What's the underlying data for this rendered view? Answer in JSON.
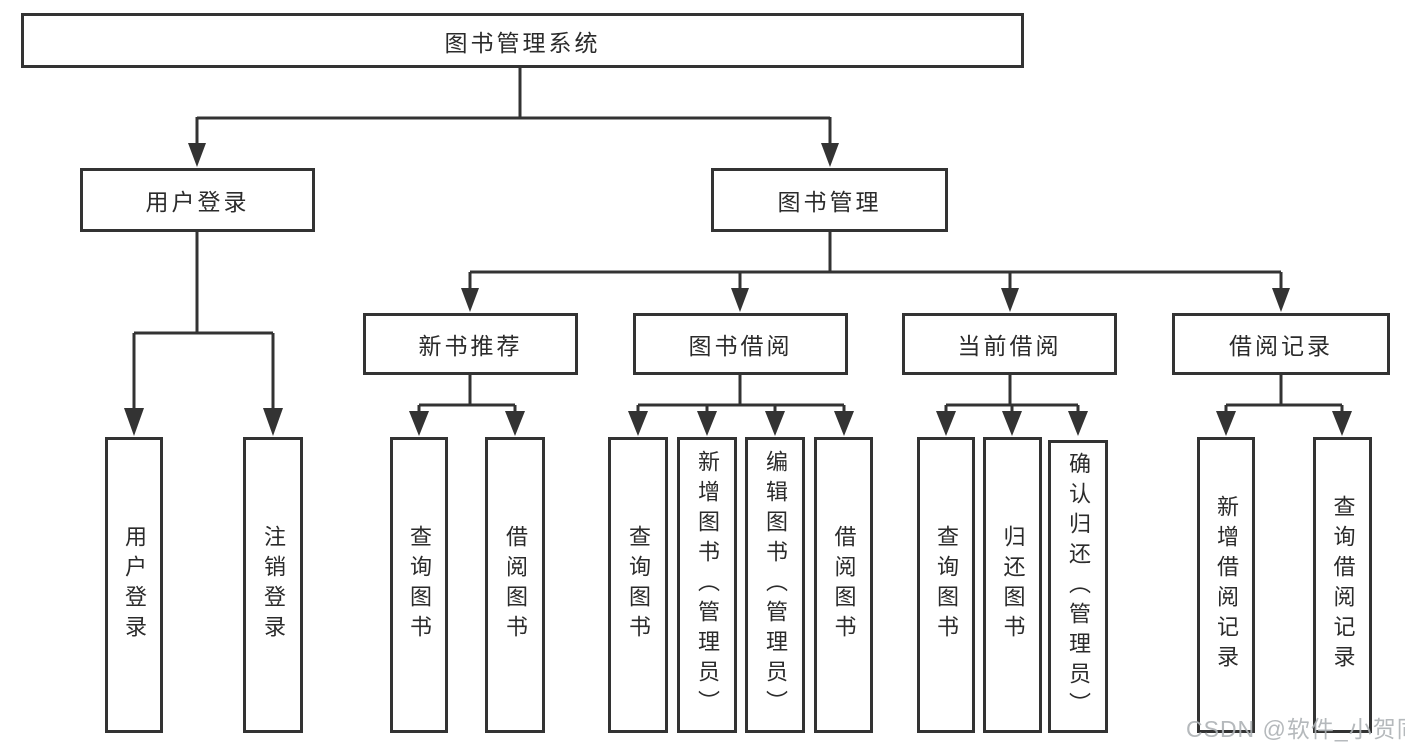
{
  "diagram": {
    "type": "tree",
    "root": {
      "label": "图书管理系统",
      "children": [
        {
          "label": "用户登录",
          "children": [
            {
              "label": "用户登录"
            },
            {
              "label": "注销登录"
            }
          ]
        },
        {
          "label": "图书管理",
          "children": [
            {
              "label": "新书推荐",
              "children": [
                {
                  "label": "查询图书"
                },
                {
                  "label": "借阅图书"
                }
              ]
            },
            {
              "label": "图书借阅",
              "children": [
                {
                  "label": "查询图书"
                },
                {
                  "label": "新增图书（管理员）"
                },
                {
                  "label": "编辑图书（管理员）"
                },
                {
                  "label": "借阅图书"
                }
              ]
            },
            {
              "label": "当前借阅",
              "children": [
                {
                  "label": "查询图书"
                },
                {
                  "label": "归还图书"
                },
                {
                  "label": "确认归还（管理员）"
                }
              ]
            },
            {
              "label": "借阅记录",
              "children": [
                {
                  "label": "新增借阅记录"
                },
                {
                  "label": "查询借阅记录"
                }
              ]
            }
          ]
        }
      ]
    }
  },
  "watermark": {
    "text": "CSDN @软件_小贺同学"
  },
  "colors": {
    "line": "#333333",
    "node_border": "#333333",
    "node_text": "#2b2b2b",
    "watermark": "#aeb2b5",
    "background": "#ffffff"
  }
}
